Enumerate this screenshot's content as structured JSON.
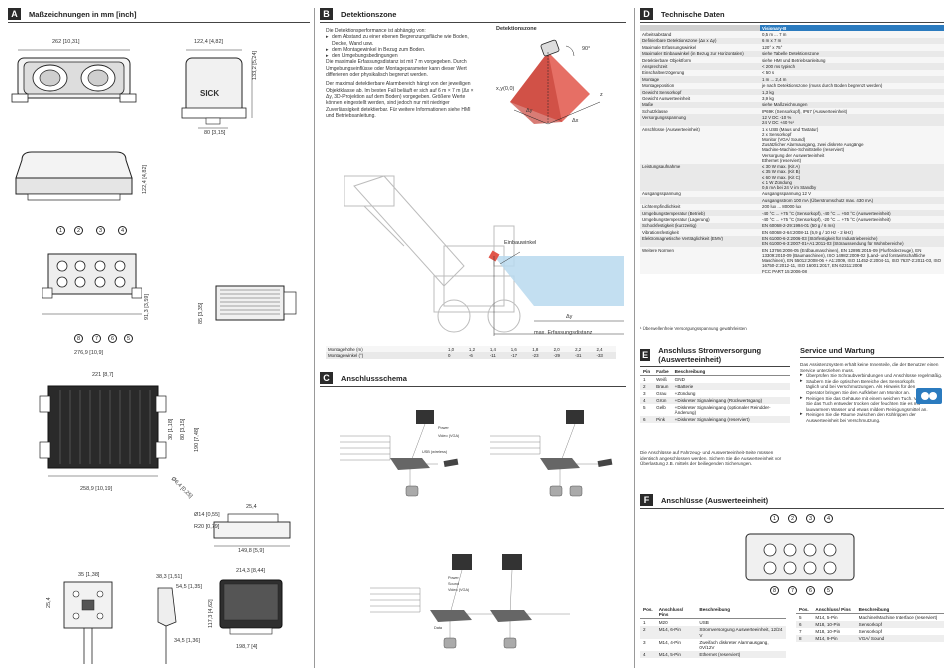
{
  "sectionA": {
    "letter": "A",
    "title": "Maßzeichnungen in mm [inch]",
    "dims": {
      "d1": "262 [10,31]",
      "d2": "122,4 [4,82]",
      "d3": "133,2 [5,24]",
      "d4": "80 [3,15]",
      "d5": "122,4 [4,82]",
      "d6": "91,3 [3,59]",
      "d7": "85 [3,35]",
      "d8": "276,9 [10,9]",
      "d9": "221 [8,7]",
      "d10": "30 [1,18]",
      "d11": "80 [3,15]",
      "d12": "190 [7,48]",
      "d13": "Ø6,4 [0,25]",
      "d14": "258,9 [10,19]",
      "d15": "Ø14 [0,55]",
      "d16": "R20 [0,79]",
      "d17": "149,8 [5,9]",
      "d18": "25,4",
      "d19": "214,3 [8,44]",
      "d20": "117,3 [4,62]",
      "d21": "198,7 [4]",
      "d22": "35 [1,38]",
      "d23": "38,3 [1,51]",
      "d24": "54,5 [1,35]",
      "d25": "25,4",
      "d26": "34,5 [1,36]"
    },
    "callouts": [
      "1",
      "2",
      "3",
      "4",
      "8",
      "7",
      "6",
      "5"
    ],
    "brand": "SICK"
  },
  "sectionB": {
    "letter": "B",
    "title": "Detektionszone",
    "intro": "Die Detektionsperformance ist abhängig von:",
    "bullets": [
      "dem Abstand zu einer ebenen Begrenzungsfläche wie Boden, Decke, Wand usw.",
      "dem Montagewinkel in Bezug zum Boden.",
      "den Umgebungsbedingungen"
    ],
    "para1": "Die maximale Erfassungsdistanz ist mit 7 m vorgegeben. Durch Umgebungseinflüsse oder Montageparameter kann dieser Wert differieren oder physikalisch begrenzt werden.",
    "para2": "Der maximal detektierbare Alarmbereich hängt von der jeweiligen Objektklasse ab. Im besten Fall beläuft er sich auf 6 m × 7 m (Δx × Δy, 3D-Projektion auf dem Boden) vorgegeben. Größere Werte können eingestellt werden, sind jedoch nur mit niedriger Zuverlässigkeit detektierbar. Für weitere Informationen siehe HMI und Betriebsanleitung.",
    "zone_title": "Detektionszone",
    "zone_labels": {
      "angle": "90°",
      "origin": "x,y(0,0)",
      "dy": "Δy",
      "dx": "Δx",
      "z": "z"
    },
    "truck_labels": {
      "angle": "Einbauwinkel",
      "dy": "Δy",
      "maxdist": "max. Erfassungsdistanz"
    },
    "table": {
      "row1_label": "Montagehöhe (m)",
      "row1": [
        "1,0",
        "1,2",
        "1,4",
        "1,6",
        "1,8",
        "2,0",
        "2,2",
        "2,4"
      ],
      "row2_label": "Montagewinkel (°)",
      "row2": [
        "0",
        "-6",
        "-11",
        "-17",
        "-23",
        "-29",
        "-31",
        "-33"
      ]
    }
  },
  "sectionC": {
    "letter": "C",
    "title": "Anschlussschema",
    "labels": {
      "power": "Power",
      "sound": "Sound",
      "video": "Video (VGA)",
      "usb": "USB (wireless)",
      "data": "Data"
    }
  },
  "sectionD": {
    "letter": "D",
    "title": "Technische Daten",
    "product": "Visionary-B",
    "rows": [
      [
        "Arbeitsabstand",
        "0,5 m ... 7 m"
      ],
      [
        "Definierbare Detektionszone (Δx x Δy)",
        "6 m x 7 m"
      ],
      [
        "Maximale Erfassungswinkel",
        "120° x 75°"
      ],
      [
        "Maximaler Einbauwinkel (in Bezug zur Horizontalen)",
        "siehe Tabelle Detektionszone"
      ],
      [
        "Detektierbare Objektform",
        "siehe HMI und Betriebsanleitung"
      ],
      [
        "Ansprechzeit",
        "< 200 ms typisch"
      ],
      [
        "Einschaltverzögerung",
        "< 50 s"
      ],
      [
        "Montage",
        "1 m ... 2,4 m"
      ],
      [
        "Montageposition",
        "je nach Detektionszone (muss durch Boden begrenzt werden)"
      ],
      [
        "Gewicht Sensorkopf",
        "1,3 kg"
      ],
      [
        "Gewicht Auswerteeinheit",
        "3,9 kg"
      ],
      [
        "Maße",
        "siehe Maßzeichnungen"
      ],
      [
        "Schutzklasse",
        "IP69K (Sensorkopf), IP67 (Auswerteeinheit)"
      ],
      [
        "Versorgungsspannung",
        "12 V DC -10 %\n24 V DC +40 %¹"
      ],
      [
        "Anschlüsse (Auswerteeinheit)",
        "1 x USB (Maus und Tastatur)\n2 x Sensorkopf\nMonitor (VGA/ Sound)\nZusätzlicher Alarmausgang, zwei diskrete Ausgänge\nMachine-Machine-Schnittstelle (reserviert)\nVersorgung der Auswerteeinheit\nEthernet (reserviert)"
      ],
      [
        "Leistungsaufnahme",
        "≤ 30 W max. (Kit A)\n≤ 35 W max. (Kit B)\n≤ 60 W max. (Kit C)\n≤ 1 W Zündung\n0,6 mA bei 24 V im Standby"
      ],
      [
        "Ausgangsspannung",
        "Ausgangsspannung 12 V"
      ],
      [
        "",
        "Ausgangsstrom 100 mA (Überstromschutz max. 430 mA)"
      ],
      [
        "Lichtempfindlichkeit",
        "200 lux ... 80000 lux"
      ],
      [
        "Umgebungstemperatur (Betrieb)",
        "-40 °C ... +75 °C (Sensorkopf), -40 °C ... +50 °C (Auswerteeinheit)"
      ],
      [
        "Umgebungstemperatur (Lagerung)",
        "-40 °C ... +75 °C (Sensorkopf), -20 °C ... +75 °C (Auswerteeinheit)"
      ],
      [
        "Schockfestigkeit (kurzzeitig)",
        "EN 60068-2-29:1994-01 (50 g / 6 ms)"
      ],
      [
        "Vibrationsfestigkeit",
        "EN 60068-2-64:2008-11 (5,9 g / 10 Hz - 2 kHz)"
      ],
      [
        "Elektromagnetische Verträglichkeit (EMV)",
        "EN 61000-6-2:2006-03 (Störfestigkeit für Industriebereiche)\nEN 61000-6-3:2007-01+A1:2011-03 (Störaussendung für Wohnbereiche)"
      ],
      [
        "Weitere Normen",
        "EN 13766:2006-05 (Erdbaumaschinen), EN 12895:2015-09 (Flurförderzeuge), EN 13309:2010-09 (Baumaschinen), ISO 14982:2009-02 (Land- und forstwirtschaftliche Maschinen), EN 55012:2008-06 + A1:2009, ISO 11452-2:2004-11, ISO 7637-2:2011-03, ISO 16750-2:2012-11, ISO 16001:2017, EN 62311:2008\nFCC PART 15:2006-08"
      ]
    ],
    "footnote": "¹ Überwellenfreie Versorgungsspannung gewährleisten"
  },
  "sectionE": {
    "letter": "E",
    "title": "Anschluss Stromversorgung (Auswerteeinheit)",
    "headers": [
      "Pin",
      "Farbe",
      "Beschreibung"
    ],
    "rows": [
      [
        "1",
        "Weiß",
        "GND"
      ],
      [
        "2",
        "Braun",
        "+Batterie"
      ],
      [
        "3",
        "Grau",
        "+Zündung"
      ],
      [
        "4",
        "Grün",
        "+Diskreter Signaleingang (Rückwertsgang)"
      ],
      [
        "5",
        "Gelb",
        "+Diskreter Signaleingang (optionaler Reindder-Änderung)"
      ],
      [
        "6",
        "Pink",
        "+Diskreter Signaleingang (reserviert)"
      ]
    ],
    "note": "Die Anschlüsse auf Fahrzeug- und Auswerteeinheit-Seite müssen identisch angeschlossen werden. Sichern Sie die Auswerteeinheit vor Überlastung z.B. mittels der beiliegenden Sicherungen."
  },
  "service": {
    "title": "Service und Wartung",
    "intro": "Das Assistenzsystem erhält keine Innenteile, die der Benutzer einen Service unterziehen muss.",
    "bullets": [
      "Überprüfen Sie Schraubverbindungen und Anschlüsse regelmäßig.",
      "Säubern Sie die optischen Bereiche des Sensorkopfs täglich und bei Verschmutzungen. Als Hinweis für den Operator bringen Sie den Aufkleber am Monitor an.",
      "Reinigen Sie das Gehäuse mit einem weichen Tuch. Verwenden Sie das Tuch entweder trocken oder feuchten Sie es mit lauwarmem Wasser und etwas mildem Reinigungsmittel an.",
      "Reinigen Sie die Räume zwischen den Kühlrippen der Auswerteeinheit bei Verschmutzung."
    ]
  },
  "sectionF": {
    "letter": "F",
    "title": "Anschlüsse (Auswerteeinheit)",
    "callouts": [
      "1",
      "2",
      "3",
      "4",
      "8",
      "7",
      "6",
      "5"
    ],
    "headers": [
      "Pos.",
      "Anschluss/ Pins",
      "Beschreibung"
    ],
    "left": [
      [
        "1",
        "M20",
        "USB"
      ],
      [
        "2",
        "M14, 6-Pin",
        "Stromversorgung Auswerteeinheit, 12/24 V"
      ],
      [
        "3",
        "M14, 4-Pin",
        "Zweifach diskreter Alarmausgang, 0V/12V"
      ],
      [
        "4",
        "M14, 5-Pin",
        "Ethernet (reserviert)"
      ]
    ],
    "right": [
      [
        "5",
        "M14, 5-Pin",
        "Machine/Machine Interface (reserviert)"
      ],
      [
        "6",
        "M18, 10-Pin",
        "Sensorkopf"
      ],
      [
        "7",
        "M18, 10-Pin",
        "Sensorkopf"
      ],
      [
        "8",
        "M14, 9-Pin",
        "VGA/ Sound"
      ]
    ]
  },
  "colors": {
    "zone_red": "#e2564a",
    "zone_blue": "#b9d9ee",
    "header_dark": "#2a2a2a",
    "accent_blue": "#2b7bbf"
  }
}
